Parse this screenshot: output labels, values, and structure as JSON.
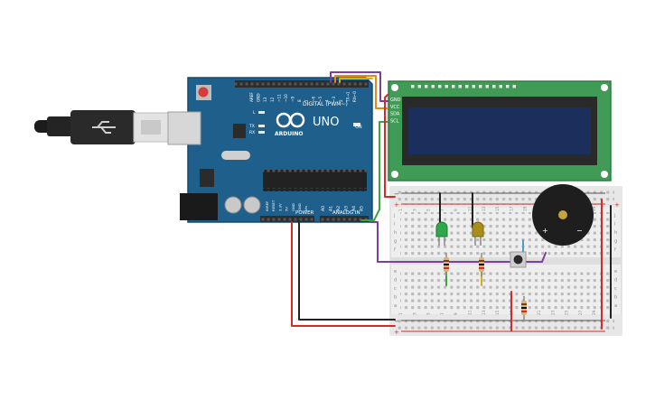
{
  "arduino": {
    "brand": "ARDUINO",
    "model": "UNO",
    "header_digital": "DIGITAL (PWM~)",
    "header_power": "POWER",
    "header_analog": "ANALOG IN",
    "label_on": "ON",
    "label_l": "L",
    "label_tx": "TX",
    "label_rx": "RX",
    "power_pins": [
      "IOREF",
      "RESET",
      "3.3V",
      "5V",
      "GND",
      "GND",
      "Vin"
    ],
    "analog_pins": [
      "A0",
      "A1",
      "A2",
      "A3",
      "A4",
      "A5"
    ],
    "digital_pins": [
      "AREF",
      "GND",
      "13",
      "12",
      "~11",
      "~10",
      "~9",
      "8",
      "7",
      "~6",
      "~5",
      "4",
      "~3",
      "2",
      "TX→1",
      "RX←0"
    ]
  },
  "lcd": {
    "pins": [
      "GND",
      "VCC",
      "SDA",
      "SCL"
    ]
  },
  "breadboard": {
    "row_labels_top": [
      "j",
      "i",
      "h",
      "g",
      "f"
    ],
    "row_labels_bottom": [
      "e",
      "d",
      "c",
      "b",
      "a"
    ],
    "column_numbers": [
      "1",
      "3",
      "5",
      "7",
      "9",
      "11",
      "13",
      "15",
      "17",
      "19",
      "21",
      "23",
      "25",
      "27",
      "29"
    ],
    "rail_plus": "+",
    "rail_minus": "−"
  },
  "buzzer": {
    "plus": "+",
    "minus": "−"
  },
  "colors": {
    "board": "#1f5f8b",
    "board_edge": "#174a6e",
    "lcd_pcb": "#3f9b55",
    "lcd_screen": "#1b2f5c",
    "breadboard": "#eeeeee",
    "wire_red": "#d42a2a",
    "wire_black": "#222222",
    "wire_purple": "#7a3fa0",
    "wire_green": "#3aa53a",
    "wire_orange": "#e08a1e",
    "wire_yellow": "#c9b21e",
    "led_green": "#2ea84a",
    "led_yellow": "#a98d1a"
  }
}
